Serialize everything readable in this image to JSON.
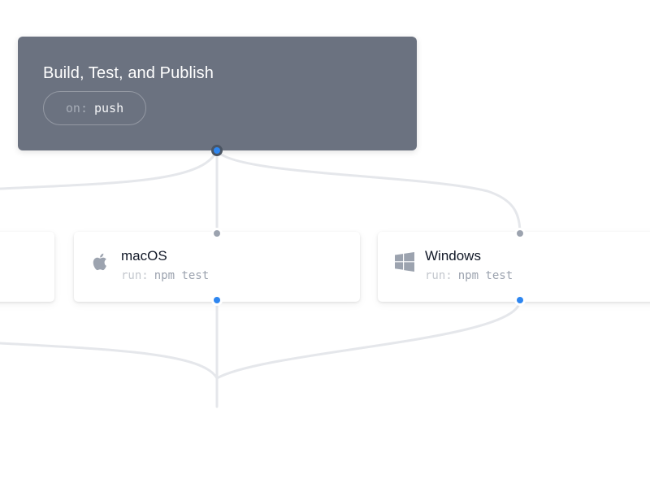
{
  "workflow": {
    "title": "Build, Test, and Publish",
    "trigger_key": "on:",
    "trigger_value": "push"
  },
  "jobs": [
    {
      "title": "macOS",
      "icon": "apple-icon",
      "command_key": "run:",
      "command_value": "npm test"
    },
    {
      "title": "Windows",
      "icon": "windows-icon",
      "command_key": "run:",
      "command_value": "npm test"
    }
  ],
  "colors": {
    "trigger_background": "#6b7280",
    "connector_line": "#e5e7eb",
    "output_port": "#2e86f0",
    "input_port": "#9ca3af"
  }
}
